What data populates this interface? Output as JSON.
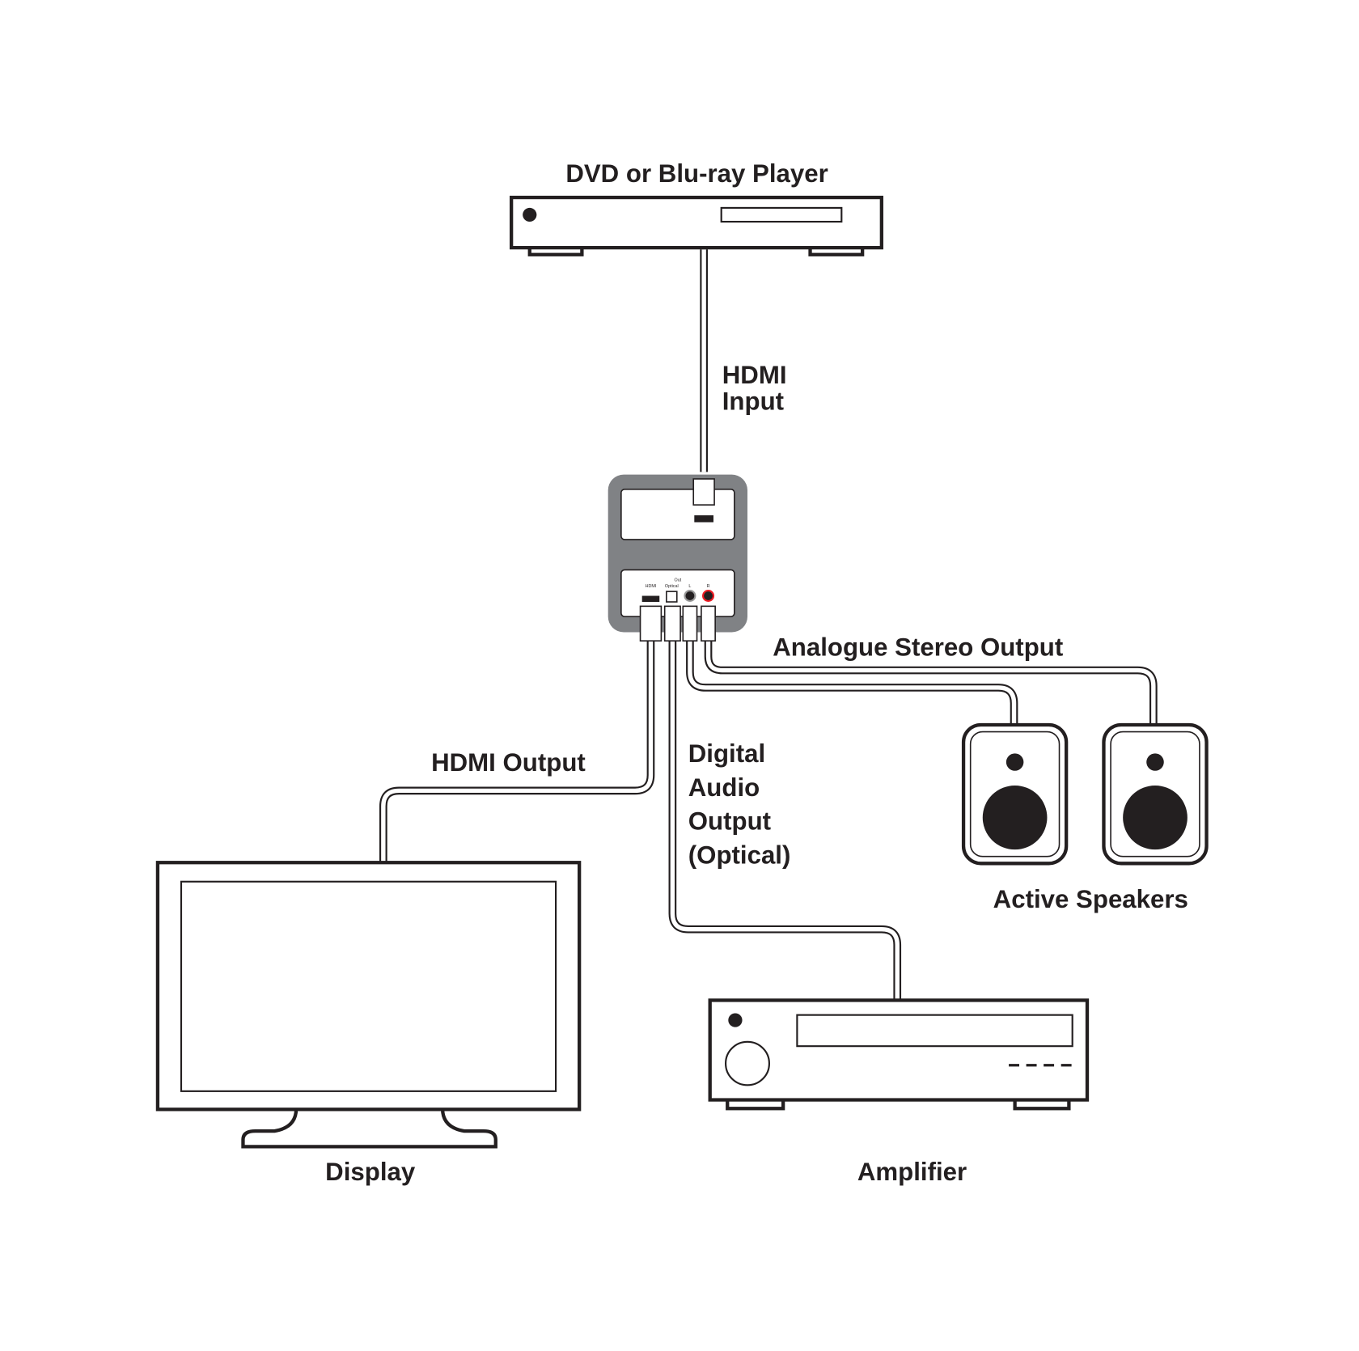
{
  "labels": {
    "dvd_player": "DVD or Blu-ray Player",
    "hdmi_input_line1": "HDMI",
    "hdmi_input_line2": "Input",
    "analogue_output": "Analogue Stereo Output",
    "hdmi_output": "HDMI Output",
    "digital_line1": "Digital",
    "digital_line2": "Audio",
    "digital_line3": "Output",
    "digital_line4": "(Optical)",
    "active_speakers": "Active Speakers",
    "display": "Display",
    "amplifier": "Amplifier"
  },
  "converter_ports": {
    "group": "Out",
    "hdmi": "HDMI",
    "optical": "Optical",
    "left": "L",
    "right": "R"
  },
  "colors": {
    "line": "#231f20",
    "device_body": "#808285",
    "rca_right": "#ed1c24"
  }
}
